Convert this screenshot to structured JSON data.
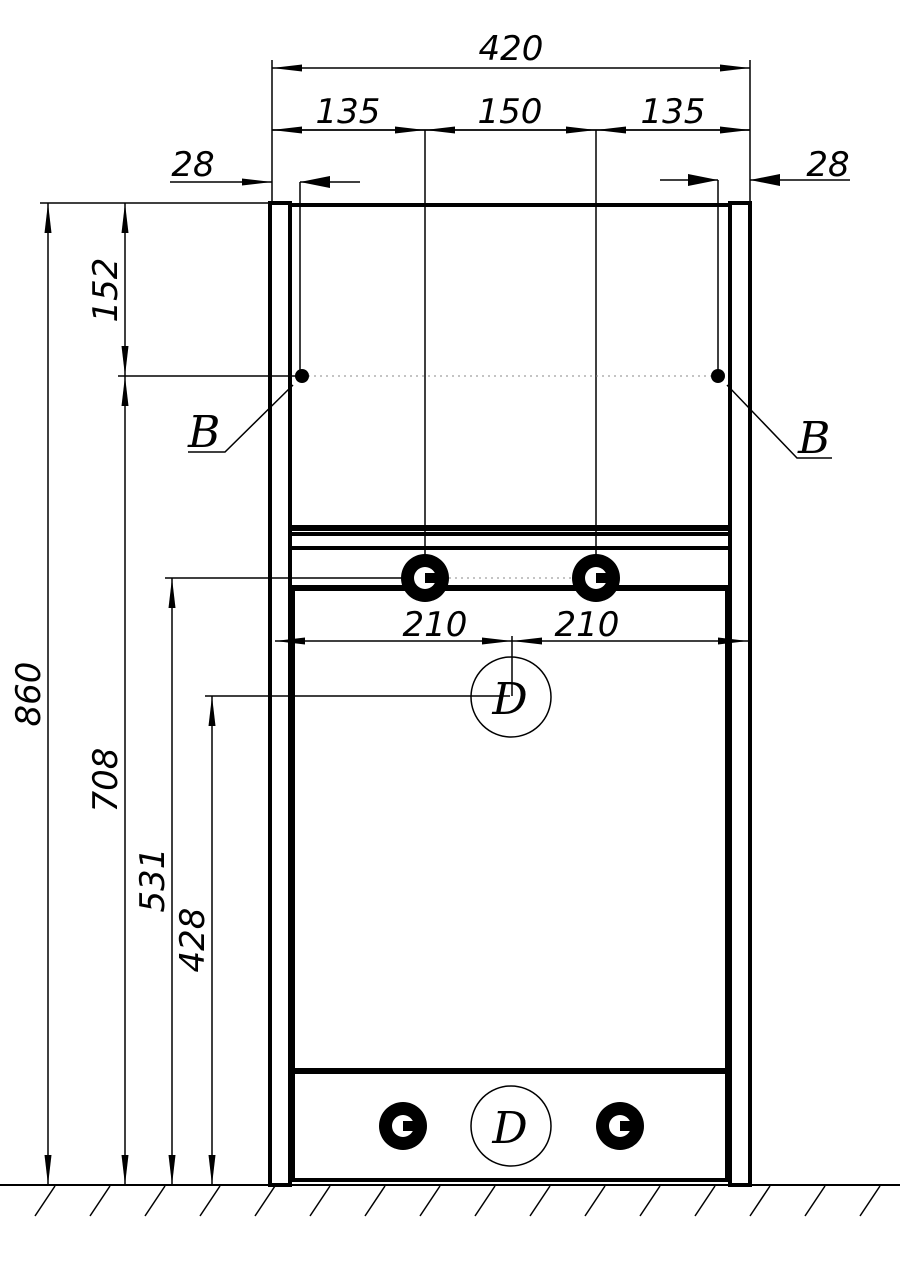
{
  "dimensions": {
    "width_total": "420",
    "offset_left": "135",
    "center_span": "150",
    "offset_right": "135",
    "wall_left": "28",
    "wall_right": "28",
    "top_to_b": "152",
    "height_total": "860",
    "b_height": "708",
    "c_height": "531",
    "d_height": "428",
    "d_left": "210",
    "d_right": "210"
  },
  "labels": {
    "b_left": "B",
    "b_right": "B",
    "d_upper": "D",
    "d_lower": "D"
  }
}
